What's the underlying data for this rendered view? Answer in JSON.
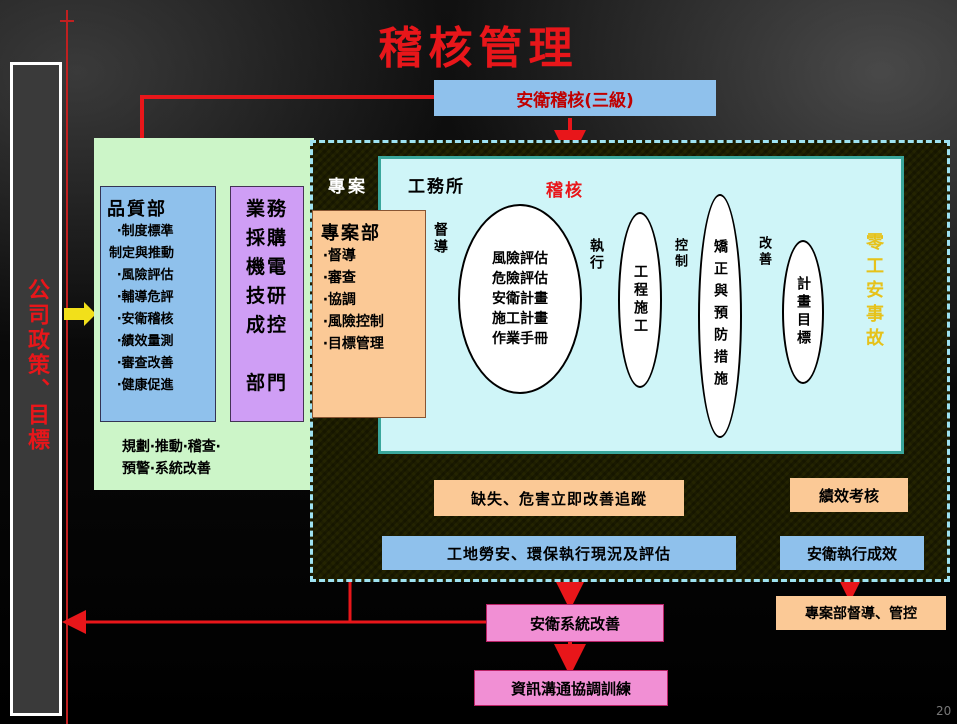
{
  "title": "稽核管理",
  "page_number": "20",
  "left_bar": {
    "text": "公司政策、目標"
  },
  "top_box": {
    "label": "安衛稽核(三級)"
  },
  "quality_dept": {
    "heading": "品質部",
    "items": [
      "‧制度標準",
      "制定與推動",
      "‧風險評估",
      "‧輔導危評",
      "‧安衛稽核",
      "‧績效量測",
      "‧審查改善",
      "‧健康促進"
    ]
  },
  "business_dept": {
    "lines": [
      "業務",
      "採購",
      "機電",
      "技研",
      "成控",
      "",
      "部門"
    ]
  },
  "green_footer": {
    "lines": [
      "規劃‧推動‧稽查‧",
      "預警‧系統改善"
    ]
  },
  "project_label": "專案",
  "site_office_label": "工務所",
  "project_dept": {
    "heading": "專案部",
    "items": [
      "‧督導",
      "‧審查",
      "‧協調",
      "‧風險控制",
      "‧目標管理"
    ]
  },
  "supervise_label": "督導",
  "audit_label": "稽核",
  "risk_ellipse": {
    "lines": [
      "風險評估",
      "危險評估",
      "安衛計畫",
      "施工計畫",
      "作業手冊"
    ]
  },
  "execute_label": "執行",
  "construction": "工程施工",
  "control_label": "控制",
  "corrective": "矯正與預防措施",
  "improve_label": "改善",
  "plan_target": "計畫目標",
  "zero_accident": "零工安事故",
  "defect_box": "缺失、危害立即改善追蹤",
  "site_eval_box": "工地勞安、環保執行現況及評估",
  "perf_review_box": "績效考核",
  "safety_result_box": "安衛執行成效",
  "project_supervise_box": "專案部督導、管控",
  "system_improve_box": "安衛系統改善",
  "comm_training_box": "資訊溝通協調訓練",
  "colors": {
    "red": "#e8161a",
    "blue_box": "#8fc1ec",
    "green_panel": "#ccf5c8",
    "purple": "#cf9ef5",
    "peach": "#fbc996",
    "cyan": "#cff5f8",
    "pink": "#f18fd4",
    "yellow": "#f2e01a"
  }
}
